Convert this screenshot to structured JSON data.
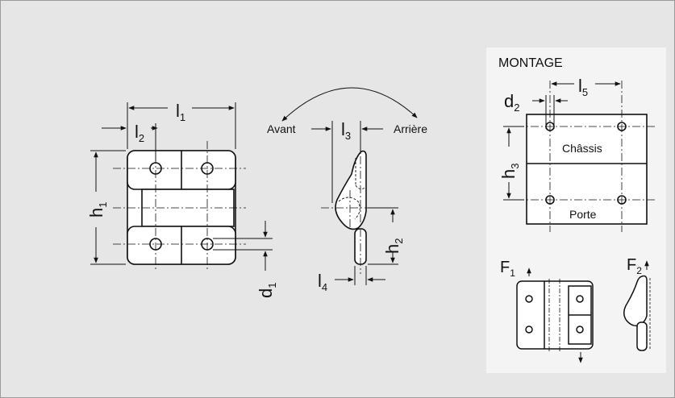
{
  "colors": {
    "background": "#e6e6e6",
    "panel": "#f4f4f4",
    "part_fill": "#ffffff",
    "line": "#111111"
  },
  "front_view": {
    "l1": "l",
    "l1_sub": "1",
    "l2": "l",
    "l2_sub": "2",
    "h1": "h",
    "h1_sub": "1",
    "d1": "d",
    "d1_sub": "1"
  },
  "side_view": {
    "front_label": "Avant",
    "rear_label": "Arrière",
    "l3": "l",
    "l3_sub": "3",
    "l4": "l",
    "l4_sub": "4",
    "h2": "h",
    "h2_sub": "2"
  },
  "montage": {
    "title": "MONTAGE",
    "d2": "d",
    "d2_sub": "2",
    "l5": "l",
    "l5_sub": "5",
    "h3": "h",
    "h3_sub": "3",
    "chassis_label": "Châssis",
    "door_label": "Porte"
  },
  "forces": {
    "f1": "F",
    "f1_sub": "1",
    "f2": "F",
    "f2_sub": "2"
  }
}
